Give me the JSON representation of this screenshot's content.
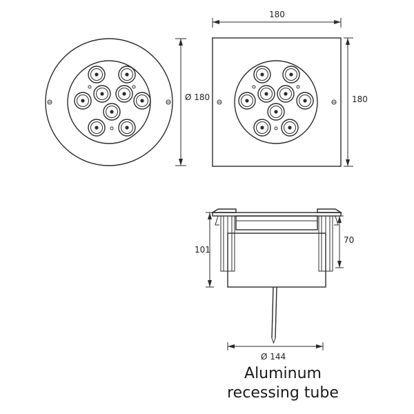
{
  "dimensions": {
    "round_diameter": "Ø 180",
    "square_width": "180",
    "square_height": "180",
    "tube_height": "101",
    "tube_depth": "70",
    "tube_diameter": "Ø 144"
  },
  "caption": {
    "line1": "Aluminum",
    "line2": "recessing tube"
  }
}
